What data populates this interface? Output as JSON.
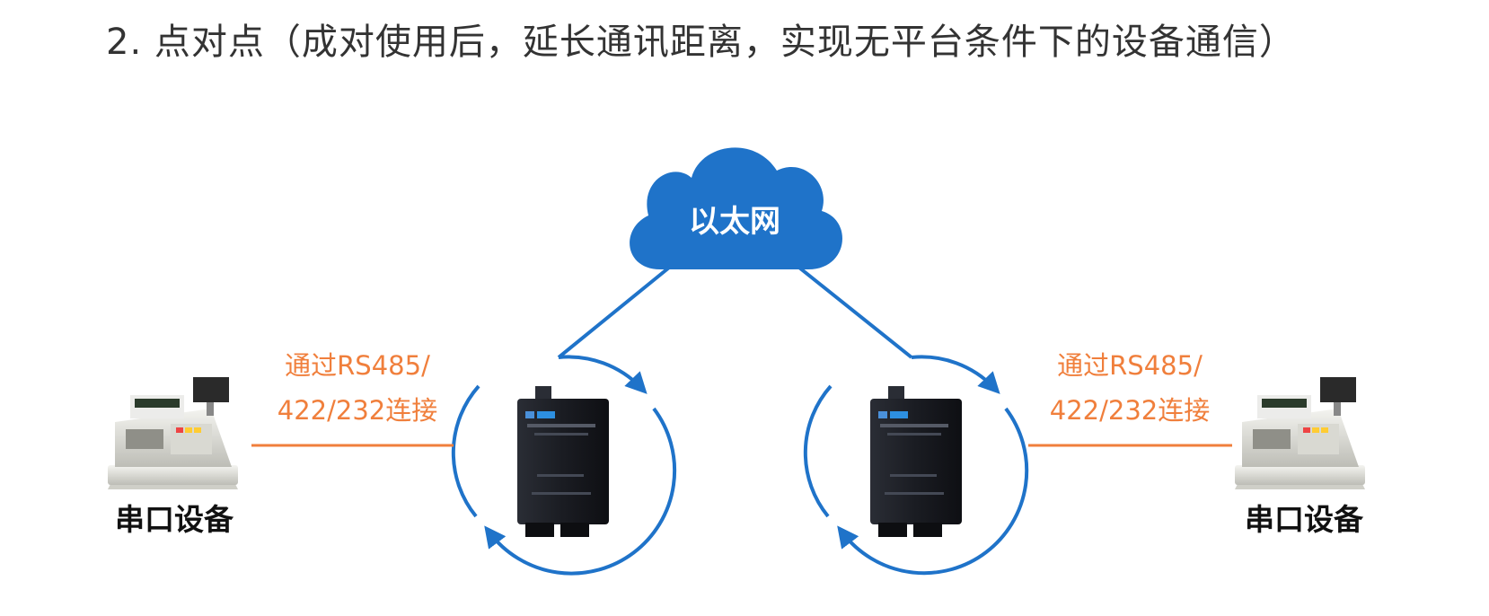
{
  "title": "2. 点对点（成对使用后，延长通讯距离，实现无平台条件下的设备通信）",
  "cloud": {
    "label": "以太网"
  },
  "left": {
    "connection_line1": "通过RS485/",
    "connection_line2": "422/232连接",
    "device_label": "串口设备"
  },
  "right": {
    "connection_line1": "通过RS485/",
    "connection_line2": "422/232连接",
    "device_label": "串口设备"
  },
  "colors": {
    "blue": "#1f73c9",
    "orange": "#f07f3c",
    "device_dark": "#1a1c22"
  }
}
